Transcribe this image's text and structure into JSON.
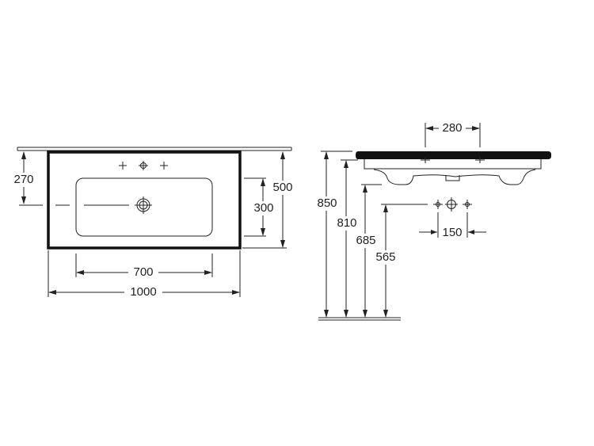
{
  "top_view": {
    "dimensions": {
      "tap_hole_to_center": "270",
      "overall_depth": "500",
      "bowl_depth": "300",
      "bowl_width": "700",
      "overall_width": "1000"
    }
  },
  "side_view": {
    "dimensions": {
      "tap_hole_spacing_top": "280",
      "rim_height": "850",
      "underside_height": "810",
      "bowl_bottom_height": "685",
      "waste_height": "565",
      "waste_hole_spacing": "150"
    }
  },
  "colors": {
    "line": "#222222",
    "background": "#ffffff"
  }
}
